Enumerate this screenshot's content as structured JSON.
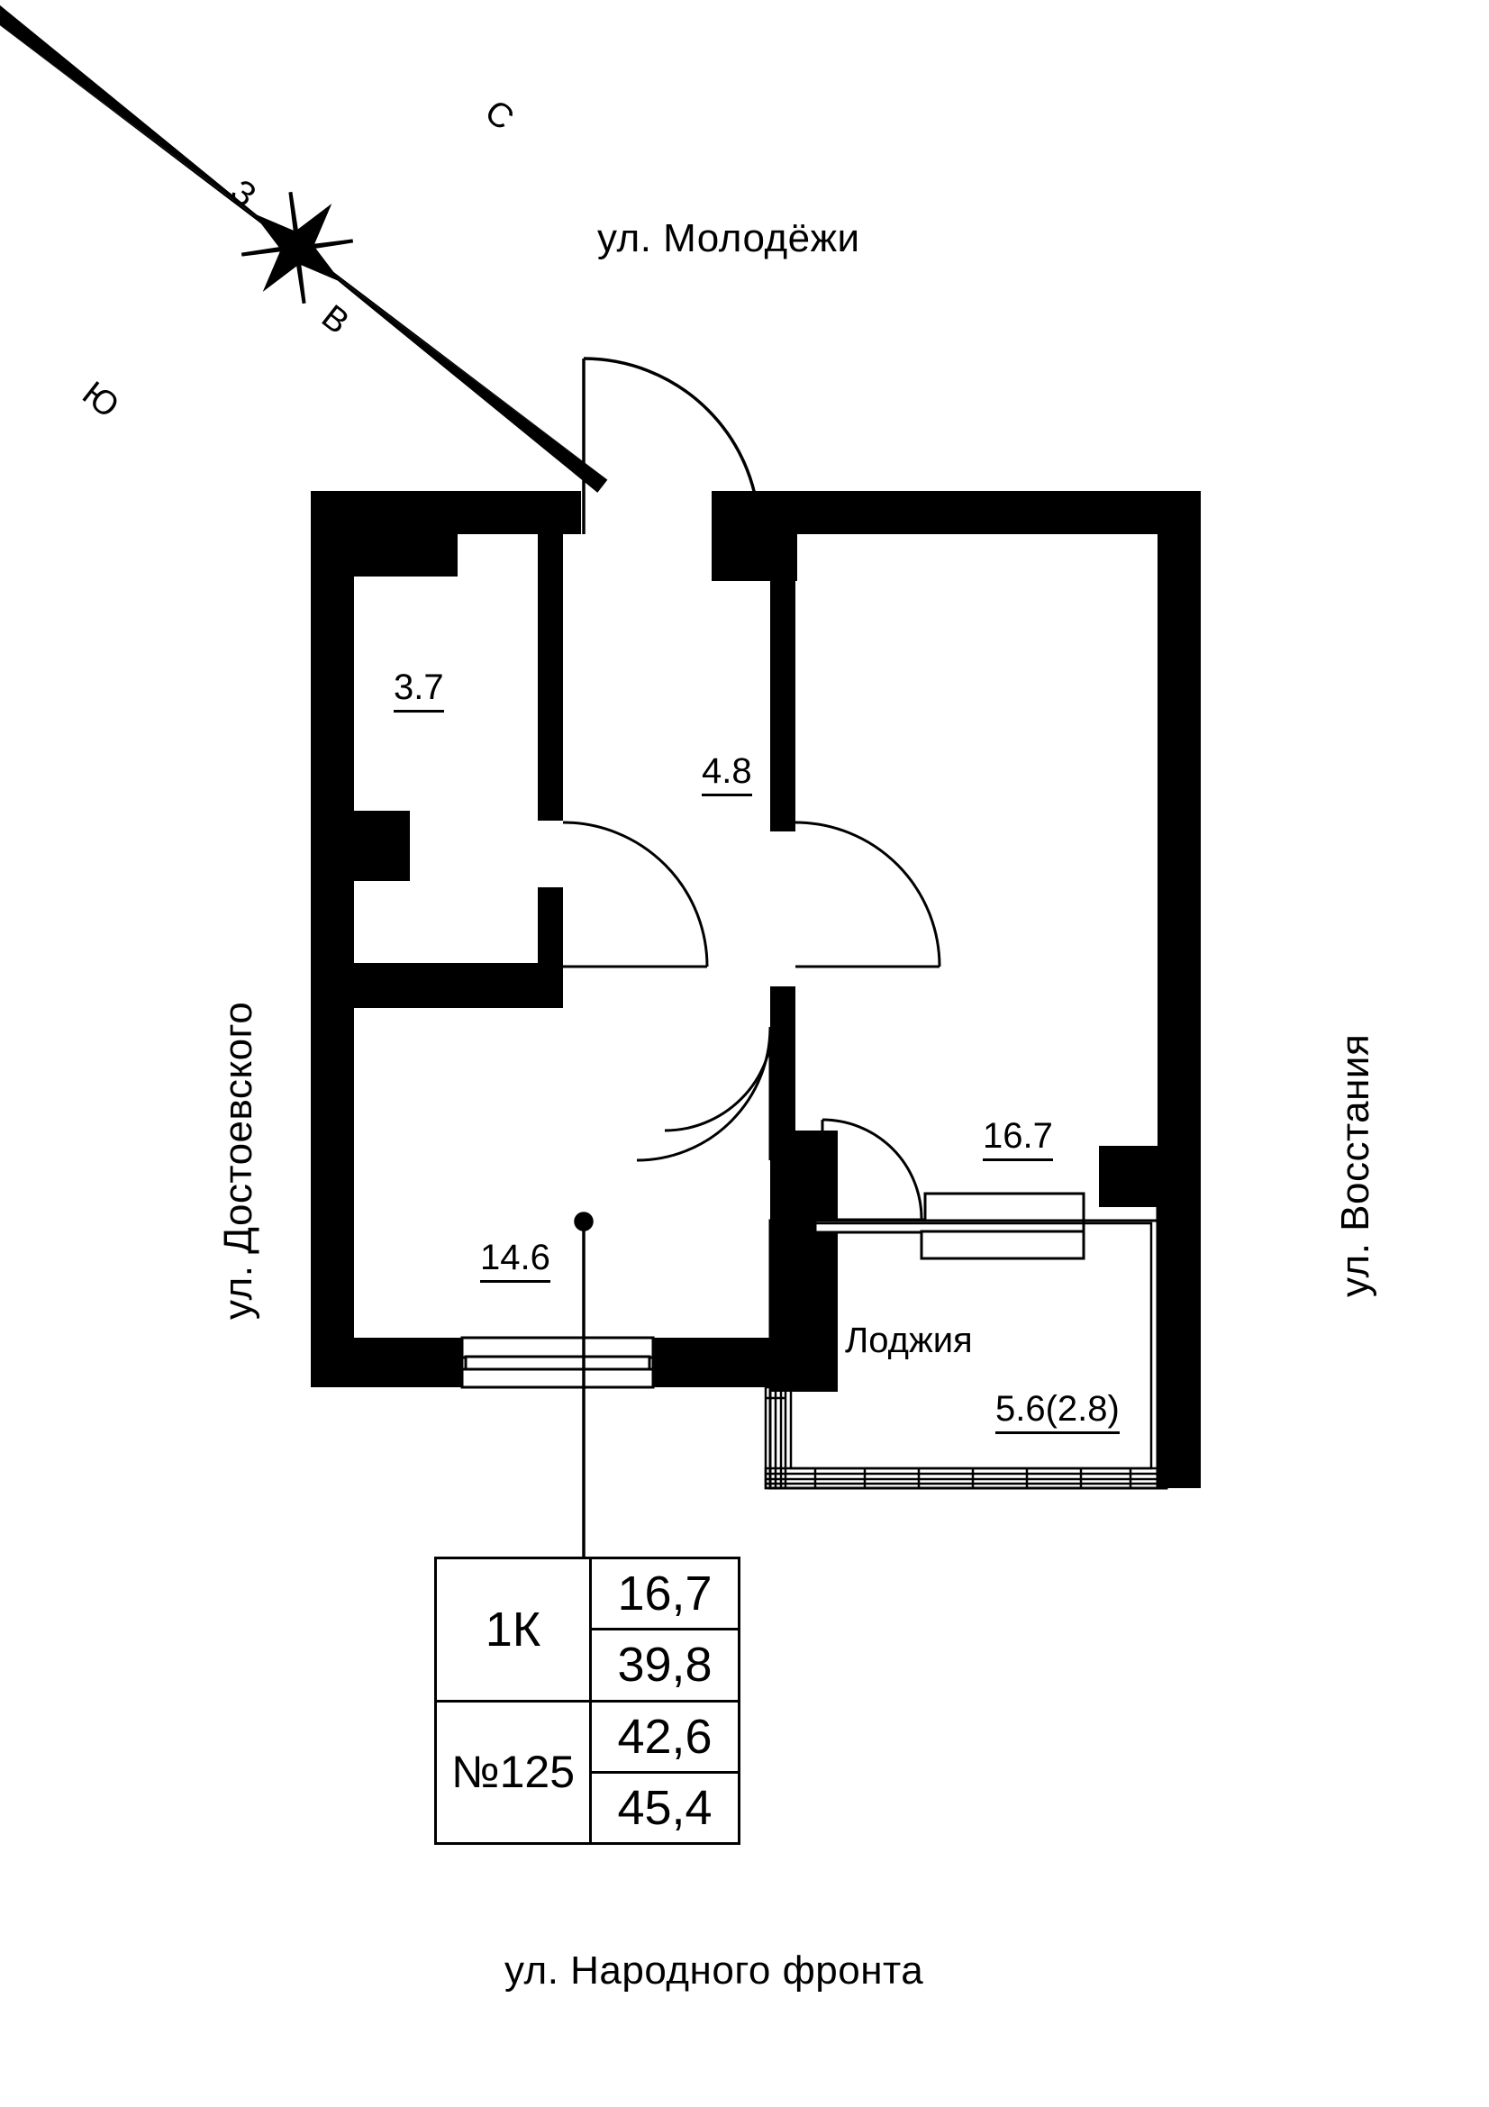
{
  "plan": {
    "title": "Apartment floor plan",
    "streets": {
      "top": "ул. Молодёжи",
      "bottom": "ул. Народного фронта",
      "left": "ул. Достоевского",
      "right": "ул. Восстания"
    },
    "compass": {
      "north": "С",
      "west": "З",
      "east": "В",
      "south": "Ю"
    },
    "rooms": [
      {
        "id": "bathroom",
        "area": "3.7"
      },
      {
        "id": "hallway",
        "area": "4.8"
      },
      {
        "id": "living-room",
        "area": "16.7"
      },
      {
        "id": "kitchen-room",
        "area": "14.6"
      },
      {
        "id": "loggia",
        "name": "Лоджия",
        "area": "5.6(2.8)"
      }
    ],
    "area_labels": {
      "bathroom": "3.7",
      "hallway": "4.8",
      "living_room": "16.7",
      "kitchen_room": "14.6",
      "loggia_name": "Лоджия",
      "loggia_area": "5.6(2.8)"
    },
    "info_table": {
      "type": "1К",
      "number": "№125",
      "values": [
        "16,7",
        "39,8",
        "42,6",
        "45,4"
      ],
      "area_living": "16,7",
      "area_without_loggia": "39,8",
      "area_total_1": "42,6",
      "area_total_2": "45,4"
    },
    "colors": {
      "wall": "#000000",
      "background": "#ffffff",
      "line": "#000000"
    }
  }
}
